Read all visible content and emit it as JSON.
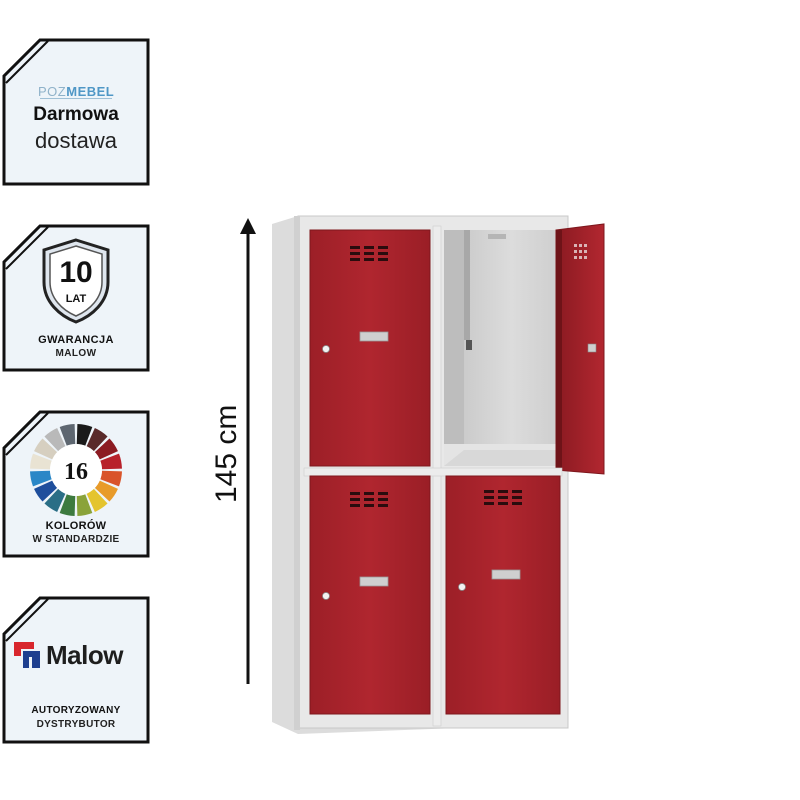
{
  "badges": {
    "delivery": {
      "logo_part1": "POZ",
      "logo_part2": "MEBEL",
      "line1": "Darmowa",
      "line2": "dostawa"
    },
    "warranty": {
      "number": "10",
      "unit": "LAT",
      "line1": "GWARANCJA",
      "line2": "MALOW"
    },
    "colors": {
      "count": "16",
      "line1": "KOLORÓW",
      "line2": "W STANDARDZIE"
    },
    "distributor": {
      "brand": "Malow",
      "line1": "AUTORYZOWANY",
      "line2": "DYSTRYBUTOR"
    }
  },
  "dimension": {
    "height_label": "145 cm"
  },
  "palette": {
    "door_red": "#a8232b",
    "body_grey": "#e3e3e3",
    "interior_grey": "#d2d2d2",
    "badge_fill": "#eef4f9",
    "malow_blue": "#1e3f8f",
    "malow_red": "#d8262d"
  }
}
